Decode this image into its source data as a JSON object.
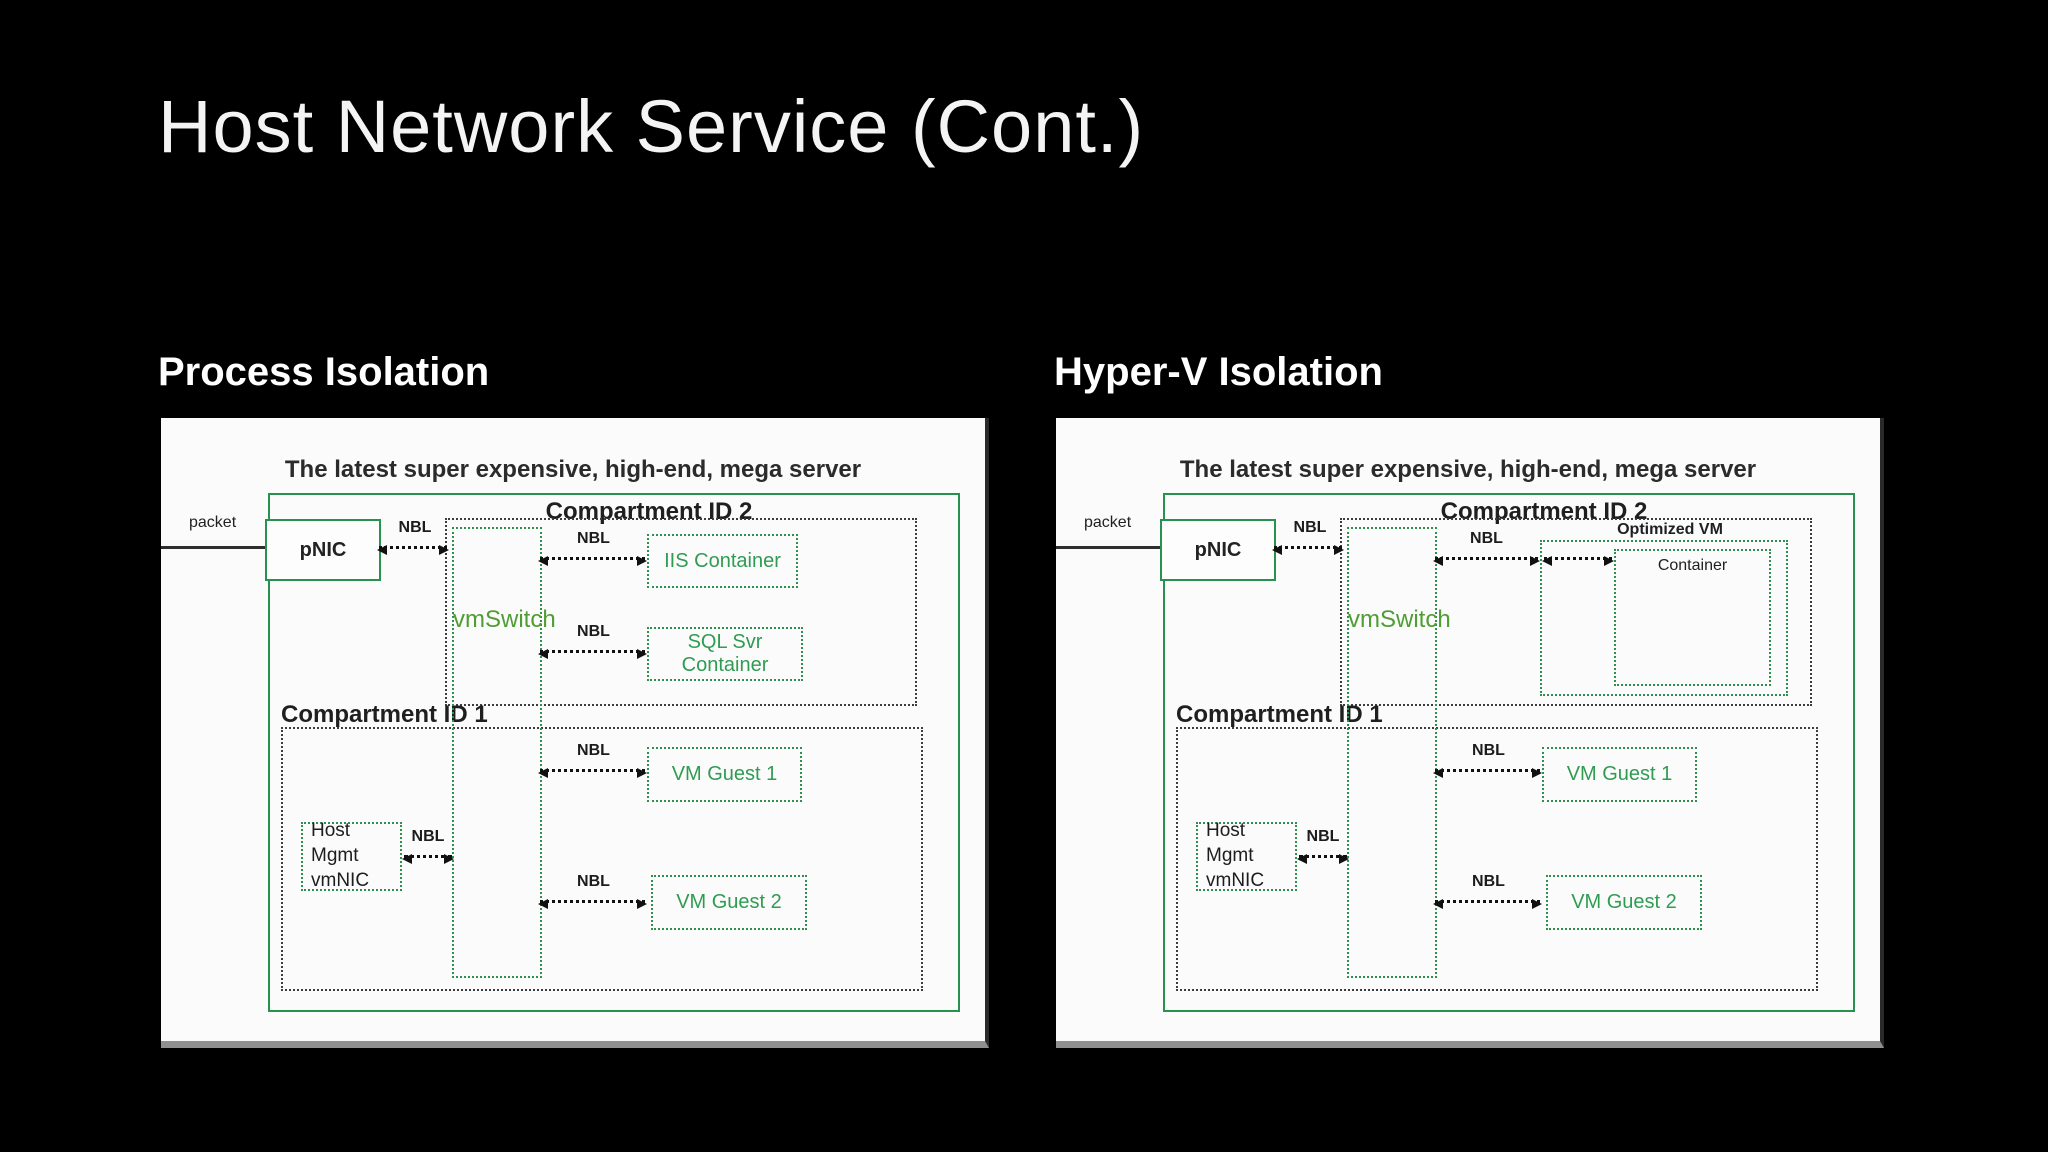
{
  "slide_title": "Host Network Service (Cont.)",
  "colors": {
    "background": "#000000",
    "panel_background": "#fbfbfb",
    "green_solid_border": "#279150",
    "green_dotted_border": "#2f8f4e",
    "green_node_text": "#2f9c52",
    "vmswitch_text": "#4f9d33",
    "dark_dotted_border": "#3d3d3d",
    "dark_text": "#1f1f1f"
  },
  "left": {
    "heading": "Process Isolation",
    "server_title": "The latest super expensive, high-end, mega server",
    "compartment2_label": "Compartment ID 2",
    "compartment1_label": "Compartment ID 1",
    "packet_label": "packet",
    "pnic_label": "pNIC",
    "nbl_label": "NBL",
    "vmswitch_label": "vmSwitch",
    "iis_label": "IIS Container",
    "sql_label": "SQL Svr Container",
    "vm1_label": "VM Guest 1",
    "vm2_label": "VM Guest 2",
    "hostmgmt_line1": "Host Mgmt",
    "hostmgmt_line2": "vmNIC"
  },
  "right": {
    "heading": "Hyper-V Isolation",
    "server_title": "The latest super expensive, high-end, mega server",
    "compartment2_label": "Compartment ID 2",
    "compartment1_label": "Compartment ID 1",
    "packet_label": "packet",
    "pnic_label": "pNIC",
    "nbl_label": "NBL",
    "vmswitch_label": "vmSwitch",
    "optimized_vm_label": "Optimized VM",
    "container_label": "Container",
    "vm1_label": "VM Guest 1",
    "vm2_label": "VM Guest 2",
    "hostmgmt_line1": "Host Mgmt",
    "hostmgmt_line2": "vmNIC"
  }
}
